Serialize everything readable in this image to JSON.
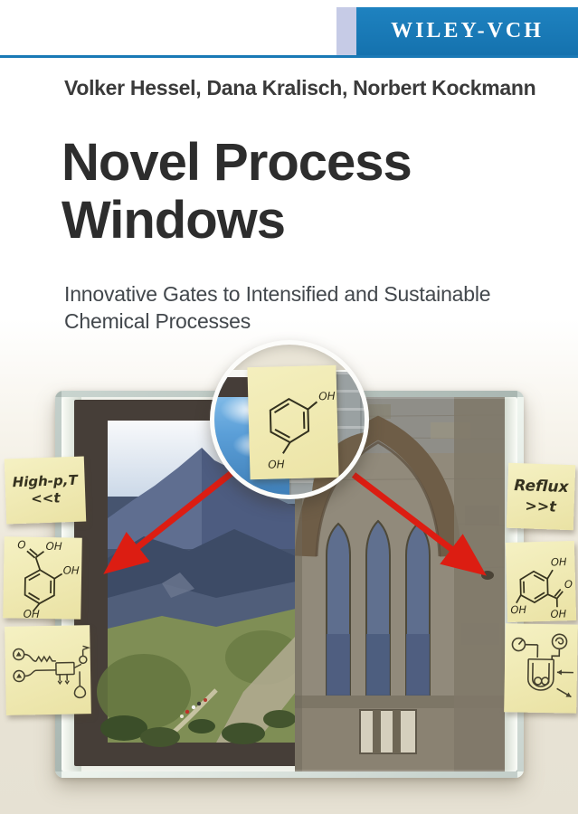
{
  "publisher": {
    "name": "WILEY-VCH"
  },
  "authors": "Volker Hessel, Dana Kralisch, Norbert Kockmann",
  "title": {
    "line1": "Novel Process",
    "line2": "Windows"
  },
  "subtitle": {
    "line1": "Innovative Gates to Intensified and Sustainable",
    "line2": "Chemical Processes"
  },
  "notes": {
    "high_pt": {
      "line1": "High-p,T",
      "line2": "<<t"
    },
    "reflux": {
      "line1": "Reflux",
      "line2": ">>t"
    },
    "magnifier_molecule": {
      "oh_top": "OH",
      "oh_bottom": "OH"
    },
    "left_molecule": {
      "o": "O",
      "oh_acid": "OH",
      "oh_ring_right": "OH",
      "oh_ring_bottom": "OH"
    },
    "right_molecule": {
      "oh_ring_top": "OH",
      "o": "O",
      "oh_acid": "OH",
      "oh_ring_left": "OH"
    }
  },
  "icons": {
    "magnifier": "magnifier-lens",
    "arrow_left": "red-arrow-left",
    "arrow_right": "red-arrow-right",
    "flow_sketch": "flow-reactor-sketch",
    "batch_sketch": "batch-reactor-sketch",
    "photo_left": "mountain-photo",
    "photo_right": "church-window-photo"
  },
  "colors": {
    "wiley_blue": "#1577b2",
    "rule_blue": "#1a79b6",
    "lavender": "#c6cbe6",
    "accent_red": "#dc1d12",
    "note_yellow": "#efe9b4",
    "background_beige": "#e8e3d5",
    "mat_dark": "#463e38"
  }
}
